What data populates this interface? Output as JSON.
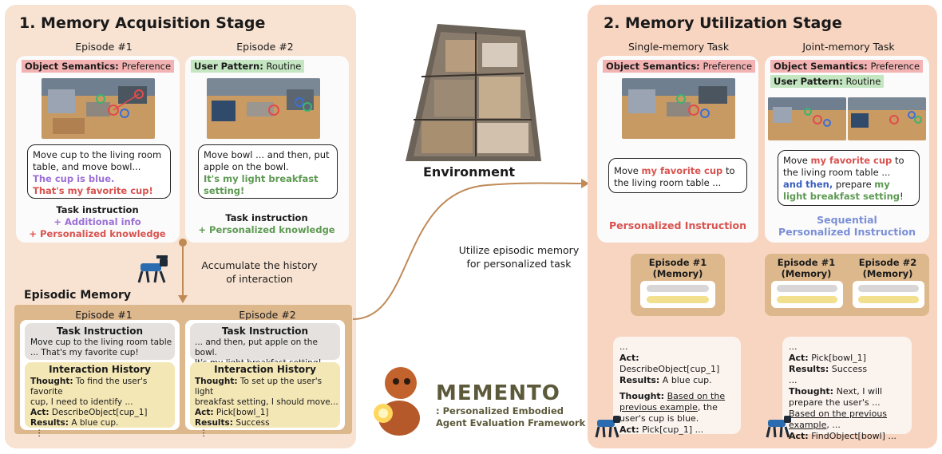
{
  "stage1": {
    "title": "1. Memory Acquisition Stage",
    "episode1_title": "Episode #1",
    "episode2_title": "Episode #2",
    "ep1_tag_label": "Object Semantics:",
    "ep1_tag_value": "Preference",
    "ep2_tag_label": "User Pattern:",
    "ep2_tag_value": "Routine",
    "ep1_bubble_line1": "Move cup to the living room",
    "ep1_bubble_line2": "table, and move bowl...",
    "ep1_bubble_line3": "The cup is blue.",
    "ep1_bubble_line4": "That's my favorite cup!",
    "ep2_bubble_line1": "Move bowl ... and then, put",
    "ep2_bubble_line2": "apple on the bowl.",
    "ep2_bubble_line3": "It's my light breakfast",
    "ep2_bubble_line4": "setting!",
    "ep1_caption1": "Task instruction",
    "ep1_caption2": "+ Additional info",
    "ep1_caption3": "+ Personalized knowledge",
    "ep2_caption1": "Task instruction",
    "ep2_caption2": "+ Personalized knowledge",
    "accumulate_line1": "Accumulate the history",
    "accumulate_line2": "of interaction"
  },
  "episodic": {
    "title": "Episodic Memory",
    "ep1_title": "Episode #1",
    "ep2_title": "Episode #2",
    "task_heading": "Task Instruction",
    "ep1_task_line1": "Move cup to the living room table",
    "ep1_task_line2": "... That's my favorite cup!",
    "ep2_task_line1": "... and then, put apple on the bowl.",
    "ep2_task_line2": "It's my light breakfast setting!",
    "history_heading": "Interaction History",
    "ep1_thought_label": "Thought:",
    "ep1_thought_text1": " To find the user's favorite",
    "ep1_thought_text2": "cup, I need to identify ...",
    "ep1_act_label": "Act:",
    "ep1_act_text": " DescribeObject[cup_1]",
    "ep1_results_label": "Results:",
    "ep1_results_text": " A blue cup.",
    "ep2_thought_label": "Thought:",
    "ep2_thought_text1": " To set up the user's light",
    "ep2_thought_text2": "breakfast setting, I should move...",
    "ep2_act_label": "Act:",
    "ep2_act_text": " Pick[bowl_1]",
    "ep2_results_label": "Results:",
    "ep2_results_text": " Success",
    "dots": "⋮"
  },
  "middle": {
    "environment_label": "Environment",
    "utilize_line1": "Utilize episodic memory",
    "utilize_line2": "for personalized task",
    "brand_name": "MEMENTO",
    "brand_sub1": ": Personalized Embodied",
    "brand_sub2": "Agent Evaluation Framework"
  },
  "stage2": {
    "title": "2. Memory Utilization Stage",
    "single_title": "Single-memory Task",
    "joint_title": "Joint-memory Task",
    "tag1_label": "Object Semantics:",
    "tag1_value": "Preference",
    "tag2_label": "User Pattern:",
    "tag2_value": "Routine",
    "single_bubble_pre": "Move ",
    "single_bubble_hl": "my favorite cup",
    "single_bubble_post": " to",
    "single_bubble_line2": "the living room table ...",
    "single_caption": "Personalized Instruction",
    "joint_bubble_pre": "Move ",
    "joint_bubble_hl1": "my favorite cup",
    "joint_bubble_post1": " to",
    "joint_bubble_line2": "the living room table ...",
    "joint_bubble_hl2": "and then,",
    "joint_bubble_mid": " prepare ",
    "joint_bubble_hl3a": "my",
    "joint_bubble_hl3b": "light breakfast setting",
    "joint_bubble_end": "!",
    "joint_caption1": "Sequential",
    "joint_caption2": "Personalized Instruction",
    "mem_ep1": "Episode #1",
    "mem_ep2": "Episode #2",
    "mem_label": "(Memory)",
    "single_res_dots": "...",
    "single_res_act_label": "Act:",
    "single_res_act_text": "DescribeObject[cup_1]",
    "single_res_results_label": "Results:",
    "single_res_results_text": " A blue cup.",
    "single_res_thought_label": "Thought:",
    "single_res_thought_u1": "Based on the",
    "single_res_thought_u2": "previous example",
    "single_res_thought_post": ", the",
    "single_res_thought_line3": "user's cup is blue.",
    "single_res_act2_label": "Act:",
    "single_res_act2_text": " Pick[cup_1] ...",
    "joint_res_dots": "...",
    "joint_res_act_label": "Act:",
    "joint_res_act_text": " Pick[bowl_1]",
    "joint_res_results_label": "Results:",
    "joint_res_results_text": " Success",
    "joint_res_dots2": "...",
    "joint_res_thought_label": "Thought:",
    "joint_res_thought_text1": " Next, I will",
    "joint_res_thought_line2": "prepare  the user's ...",
    "joint_res_thought_u1": "Based on the previous",
    "joint_res_thought_u2": "example",
    "joint_res_thought_post": ", ...",
    "joint_res_act_label2": "Act:",
    "joint_res_act_text2": " FindObject[bowl] ..."
  },
  "colors": {
    "left_panel": "#f8e3d2",
    "right_panel": "#f8d5c1",
    "memory_brown": "#ddb88d",
    "arrow": "#c08a57",
    "red_text": "#d9534f",
    "green_text": "#5d9a52",
    "purple_text": "#9b6fd6",
    "blue_text": "#3b5fc0"
  }
}
